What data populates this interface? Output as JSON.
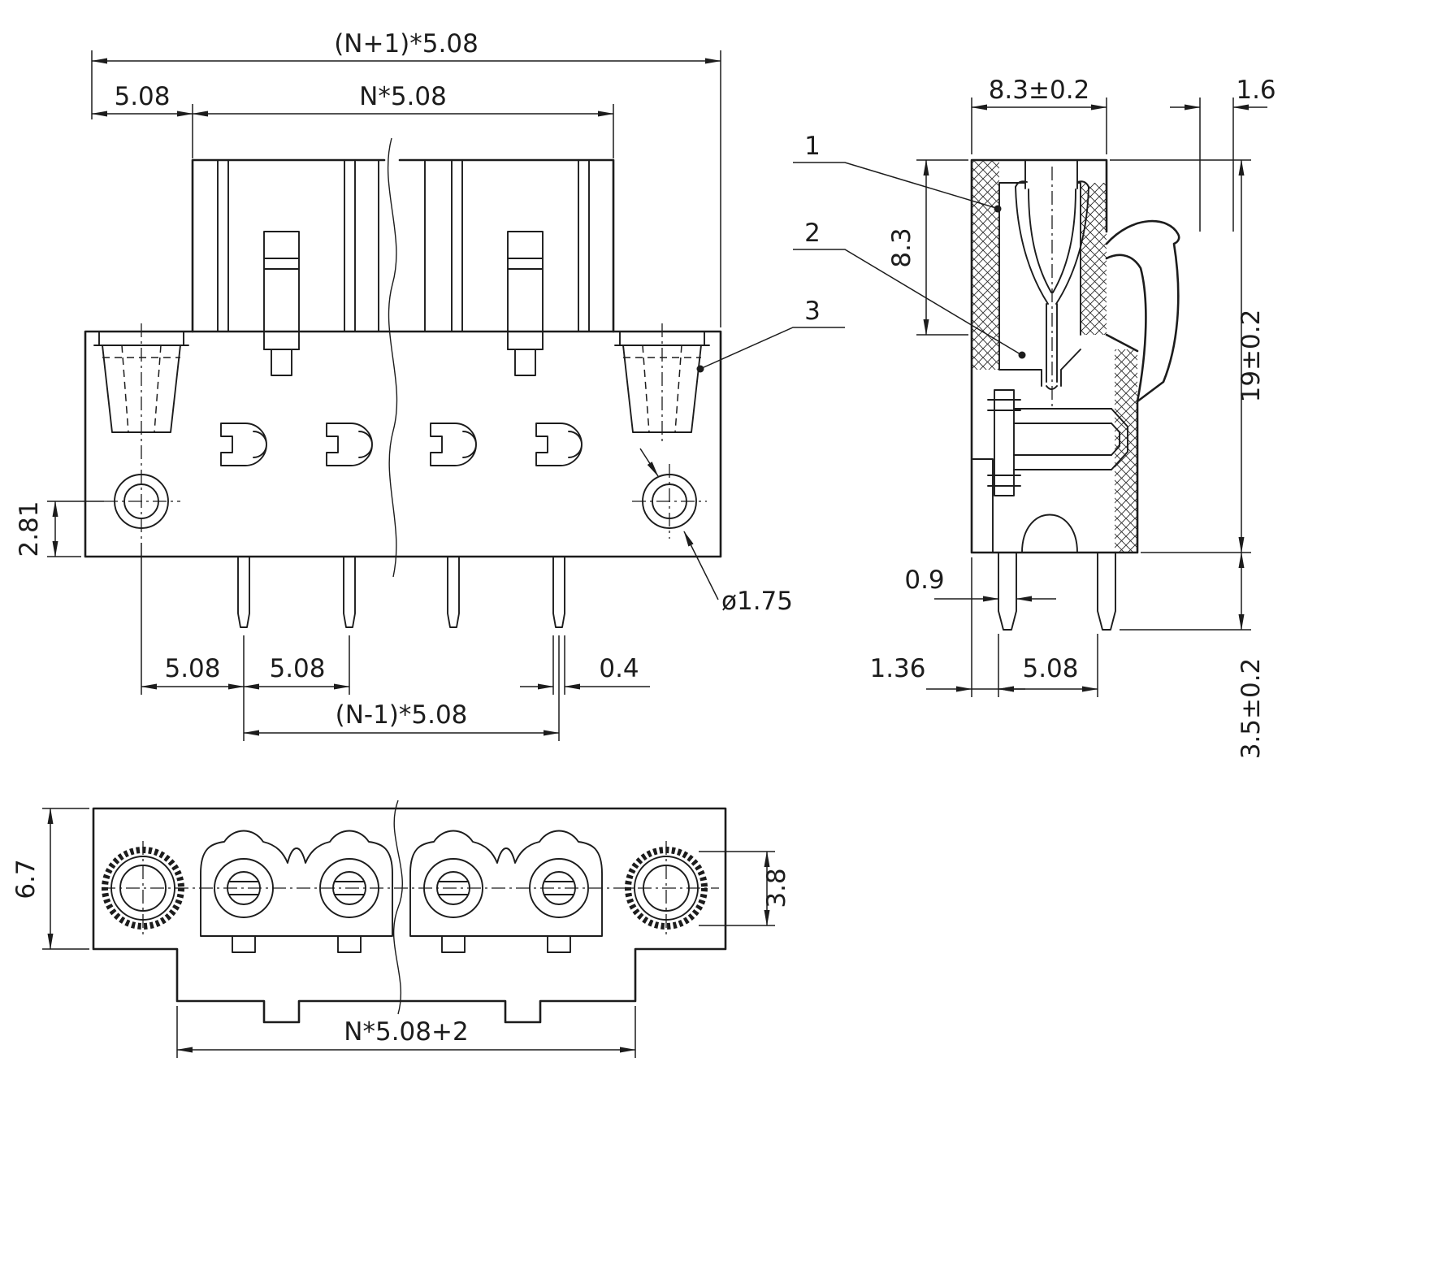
{
  "views": {
    "front": {
      "dimensions": {
        "overall_width": "(N+1)*5.08",
        "left_offset": "5.08",
        "plug_width": "N*5.08",
        "hole_to_bottom": "2.81",
        "pin_pitch_a": "5.08",
        "pin_pitch_b": "5.08",
        "pin_span": "(N-1)*5.08",
        "pin_width": "0.4",
        "hole_diameter": "ø1.75"
      }
    },
    "side": {
      "dimensions": {
        "body_width": "8.3±0.2",
        "latch_thickness": "1.6",
        "cavity_depth": "8.3",
        "overall_height": "19±0.2",
        "pin_thickness": "0.9",
        "edge_to_pin": "1.36",
        "pin_pitch": "5.08",
        "pin_length": "3.5±0.2"
      },
      "callouts": [
        {
          "label": "1"
        },
        {
          "label": "2"
        },
        {
          "label": "3"
        }
      ]
    },
    "bottom": {
      "dimensions": {
        "body_depth": "6.7",
        "pocket_depth": "3.8",
        "flange_width": "N*5.08+2"
      }
    }
  }
}
